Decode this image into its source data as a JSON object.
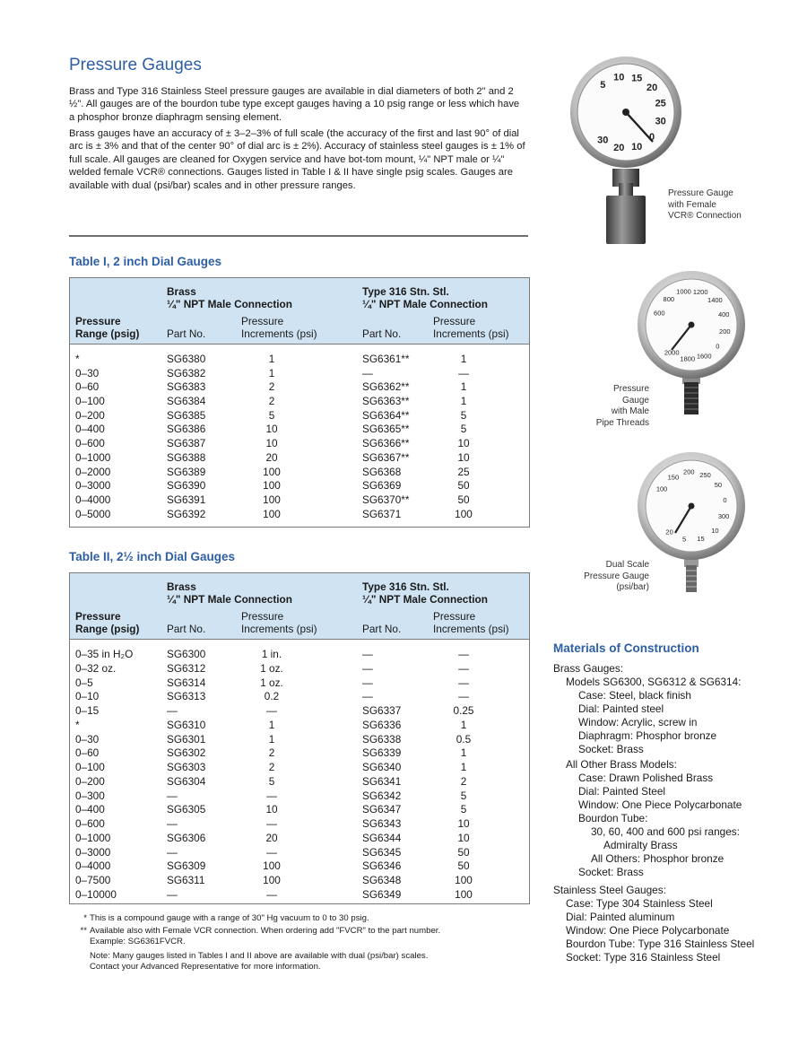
{
  "title": "Pressure Gauges",
  "intro": [
    "Brass and Type 316 Stainless Steel pressure gauges are available in dial diameters of both 2\" and 2 ½\". All gauges are of the bourdon tube type except gauges having a 10 psig range or less which have a phosphor bronze diaphragm sensing element.",
    "Brass gauges have an accuracy of ± 3–2–3% of full scale (the accuracy of the first and last 90° of dial arc is ± 3% and that of the center 90° of dial arc is ± 2%). Accuracy of stainless steel gauges is ± 1% of full scale. All gauges are cleaned for Oxygen service and have bot-tom mount, ¼\" NPT male or ¼\" welded female VCR® connections. Gauges listed in Table I & II have single psig scales. Gauges are available with dual (psi/bar) scales and in other pressure ranges."
  ],
  "headers": {
    "brass": "Brass",
    "ss": "Type 316 Stn. Stl.",
    "connection": "¼\" NPT Male Connection",
    "range_line1": "Pressure",
    "range_line2": "Range (psig)",
    "part_no": "Part No.",
    "inc_line1": "Pressure",
    "inc_line2": "Increments (psi)"
  },
  "table1": {
    "title": "Table I, 2 inch Dial Gauges",
    "rows": [
      [
        "*",
        "SG6380",
        "1",
        "SG6361**",
        "1"
      ],
      [
        "0–30",
        "SG6382",
        "1",
        "—",
        "—"
      ],
      [
        "0–60",
        "SG6383",
        "2",
        "SG6362**",
        "1"
      ],
      [
        "0–100",
        "SG6384",
        "2",
        "SG6363**",
        "1"
      ],
      [
        "0–200",
        "SG6385",
        "5",
        "SG6364**",
        "5"
      ],
      [
        "0–400",
        "SG6386",
        "10",
        "SG6365**",
        "5"
      ],
      [
        "0–600",
        "SG6387",
        "10",
        "SG6366**",
        "10"
      ],
      [
        "0–1000",
        "SG6388",
        "20",
        "SG6367**",
        "10"
      ],
      [
        "0–2000",
        "SG6389",
        "100",
        "SG6368",
        "25"
      ],
      [
        "0–3000",
        "SG6390",
        "100",
        "SG6369",
        "50"
      ],
      [
        "0–4000",
        "SG6391",
        "100",
        "SG6370**",
        "50"
      ],
      [
        "0–5000",
        "SG6392",
        "100",
        "SG6371",
        "100"
      ]
    ]
  },
  "table2": {
    "title": "Table II, 2½ inch Dial Gauges",
    "rows": [
      [
        "0–35 in H₂O",
        "SG6300",
        "1 in.",
        "—",
        "—"
      ],
      [
        "0–32 oz.",
        "SG6312",
        "1 oz.",
        "—",
        "—"
      ],
      [
        "0–5",
        "SG6314",
        "1 oz.",
        "—",
        "—"
      ],
      [
        "0–10",
        "SG6313",
        "0.2",
        "—",
        "—"
      ],
      [
        "0–15",
        "—",
        "—",
        "SG6337",
        "0.25"
      ],
      [
        "*",
        "SG6310",
        "1",
        "SG6336",
        "1"
      ],
      [
        "0–30",
        "SG6301",
        "1",
        "SG6338",
        "0.5"
      ],
      [
        "0–60",
        "SG6302",
        "2",
        "SG6339",
        "1"
      ],
      [
        "0–100",
        "SG6303",
        "2",
        "SG6340",
        "1"
      ],
      [
        "0–200",
        "SG6304",
        "5",
        "SG6341",
        "2"
      ],
      [
        "0–300",
        "—",
        "—",
        "SG6342",
        "5"
      ],
      [
        "0–400",
        "SG6305",
        "10",
        "SG6347",
        "5"
      ],
      [
        "0–600",
        "—",
        "—",
        "SG6343",
        "10"
      ],
      [
        "0–1000",
        "SG6306",
        "20",
        "SG6344",
        "10"
      ],
      [
        "0–3000",
        "—",
        "—",
        "SG6345",
        "50"
      ],
      [
        "0–4000",
        "SG6309",
        "100",
        "SG6346",
        "50"
      ],
      [
        "0–7500",
        "SG6311",
        "100",
        "SG6348",
        "100"
      ],
      [
        "0–10000",
        "—",
        "—",
        "SG6349",
        "100"
      ]
    ]
  },
  "footnotes": {
    "star_mark": "*",
    "star": "This is a compound gauge with a range of 30\" Hg vacuum to 0 to 30 psig.",
    "dstar_mark": "**",
    "dstar_1": "Available also with Female VCR connection. When ordering add \"FVCR\" to the part number.",
    "dstar_2": "Example: SG6361FVCR.",
    "note_1": "Note: Many gauges listed in Tables I and II above are available with dual (psi/bar) scales.",
    "note_2": "Contact your Advanced Representative for more information."
  },
  "captions": {
    "gauge1": [
      "Pressure Gauge",
      "with Female",
      "VCR® Connection"
    ],
    "gauge2": [
      "Pressure Gauge",
      "with Male",
      "Pipe Threads"
    ],
    "gauge3": [
      "Dual Scale",
      "Pressure Gauge",
      "(psi/bar)"
    ]
  },
  "materials": {
    "title": "Materials of Construction",
    "lines": [
      "Brass Gauges:",
      "Models SG6300, SG6312 & SG6314:",
      "Case: Steel, black finish",
      "Dial: Painted steel",
      "Window: Acrylic, screw in",
      "Diaphragm: Phosphor bronze",
      "Socket: Brass",
      "All Other Brass Models:",
      "Case: Drawn Polished Brass",
      "Dial: Painted Steel",
      "Window: One Piece Polycarbonate",
      "Bourdon Tube:",
      "30, 60, 400 and 600 psi ranges:",
      "Admiralty Brass",
      "All Others: Phosphor bronze",
      "Socket: Brass",
      "Stainless Steel Gauges:",
      "Case: Type 304 Stainless Steel",
      "Dial: Painted aluminum",
      "Window: One Piece Polycarbonate",
      "Bourdon Tube: Type 316 Stainless Steel",
      "Socket: Type 316 Stainless Steel"
    ]
  },
  "dial1_labels": [
    "5",
    "10",
    "15",
    "20",
    "25",
    "30",
    "0",
    "10",
    "20",
    "30"
  ],
  "dial2_labels": [
    "600",
    "800",
    "1000",
    "1200",
    "1400",
    "400",
    "200",
    "0",
    "1600",
    "1800",
    "2000"
  ],
  "dial3_labels": [
    "100",
    "150",
    "200",
    "250",
    "50",
    "0",
    "300",
    "10",
    "15",
    "5",
    "20"
  ]
}
